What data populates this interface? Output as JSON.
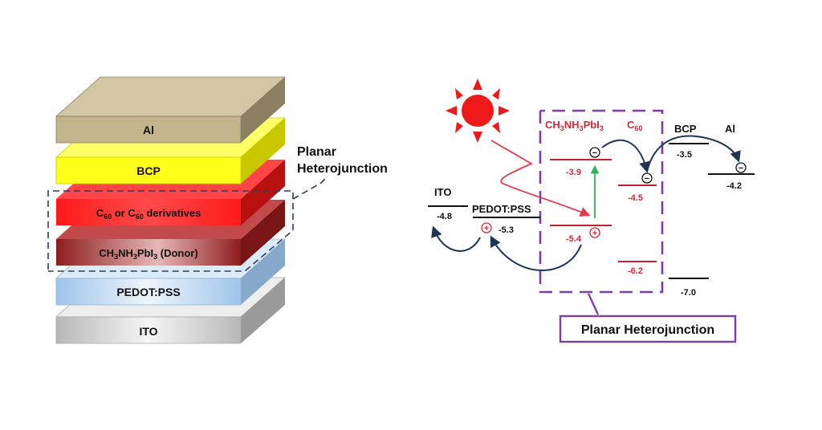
{
  "stack": {
    "layers": {
      "al": "Al",
      "bcp": "BCP",
      "c60_pre": "C",
      "c60_sub1": "60",
      "c60_mid": " or C",
      "c60_sub2": "60",
      "c60_post": " derivatives",
      "donor_pre": "CH",
      "donor_sub1": "3",
      "donor_mid1": "NH",
      "donor_sub2": "3",
      "donor_mid2": "PbI",
      "donor_sub3": "3",
      "donor_post": " (Donor)",
      "pedot": "PEDOT:PSS",
      "ito": "ITO"
    },
    "callout_line1": "Planar",
    "callout_line2": "Heterojunction"
  },
  "energy": {
    "perov_pre": "CH",
    "perov_sub1": "3",
    "perov_mid1": "NH",
    "perov_sub2": "3",
    "perov_mid2": "PbI",
    "perov_sub3": "3",
    "c60_label": "C",
    "c60_sub": "60",
    "bcp_label": "BCP",
    "al_label": "Al",
    "ito_label": "ITO",
    "pedot_label": "PEDOT:PSS",
    "levels": {
      "ito": "-4.8",
      "pedot": "-5.3",
      "perov_lumo": "-3.9",
      "perov_homo": "-5.4",
      "c60_lumo": "-4.5",
      "c60_homo": "-6.2",
      "bcp_lumo": "-3.5",
      "bcp_homo": "-7.0",
      "al": "-4.2"
    },
    "electron_symbol": "−",
    "hole_symbol": "+",
    "box_label": "Planar Heterojunction"
  },
  "colors": {
    "al_face": "#c9bb93",
    "bcp_face": "#ffff1a",
    "c60_face": "#ff2020",
    "donor_face": "#a02626",
    "pedot_face": "#b5d4f0",
    "ito_face": "#d6d6d6",
    "red_text": "#d8283a",
    "purple": "#7b3db0",
    "navy": "#1f3558",
    "green": "#2db35a",
    "sun": "#ee1a1a"
  }
}
